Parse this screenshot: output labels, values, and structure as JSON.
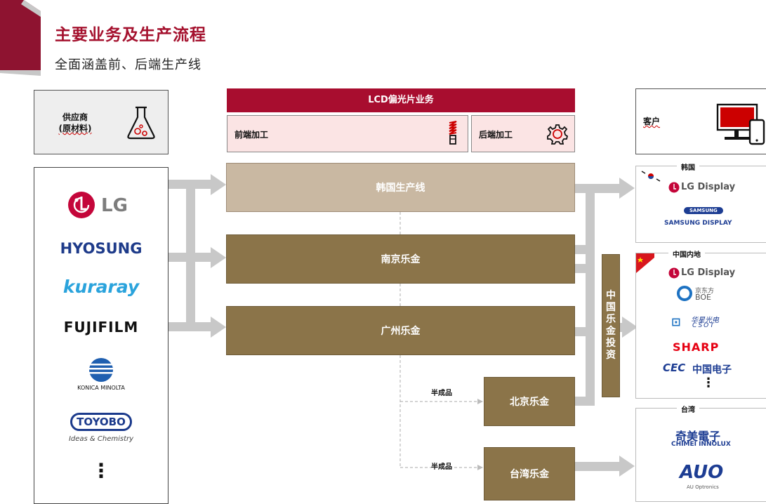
{
  "header": {
    "title": "主要业务及生产流程",
    "subtitle": "全面涵盖前、后端生产线"
  },
  "supplier_box": {
    "line1": "供应商",
    "line2": "(原材料)",
    "icon": "flask-icon"
  },
  "customer_box": {
    "label": "客户",
    "icon": "monitor-phone-icon"
  },
  "business": {
    "title": "LCD偏光片业务",
    "front": "前端加工",
    "back": "后端加工",
    "front_icon": "bulb-icon",
    "back_icon": "gear-icon"
  },
  "plants": {
    "korea": "韩国生产线",
    "nanjing": "南京乐金",
    "guangzhou": "广州乐金",
    "beijing": "北京乐金",
    "taiwan": "台湾乐金",
    "investment": [
      "中",
      "国",
      "乐",
      "金",
      "投",
      "资"
    ]
  },
  "semi_finished": "半成品",
  "suppliers": {
    "lg": "LG",
    "hyosung": "HYOSUNG",
    "kuraray": "kuraray",
    "fujifilm": "FUJIFILM",
    "konica": "KONICA MINOLTA",
    "toyobo": "TOYOBO",
    "toyobo_tag": "Ideas & Chemistry",
    "more": "⋮"
  },
  "customers": {
    "korea": {
      "region": "韩国",
      "lgd": "LG Display",
      "samsung_badge": "SAMSUNG",
      "samsung": "SAMSUNG DISPLAY"
    },
    "china": {
      "region": "中国内地",
      "lgd": "LG Display",
      "boe_cn": "京东方",
      "boe": "BOE",
      "csot_cn": "华星光电",
      "csot": "CSOT",
      "sharp": "SHARP",
      "cec": "CEC",
      "cec_cn": "中国电子",
      "more": "⋮"
    },
    "taiwan": {
      "region": "台湾",
      "chimei_cn": "奇美電子",
      "chimei": "CHIMEI INNOLUX",
      "auo": "AUO",
      "auo_sub": "AU Optronics"
    }
  },
  "colors": {
    "accent_red": "#a80d2f",
    "beige": "#c9b8a2",
    "brown": "#8b7449",
    "arrow_gray": "#c8c8c8"
  }
}
